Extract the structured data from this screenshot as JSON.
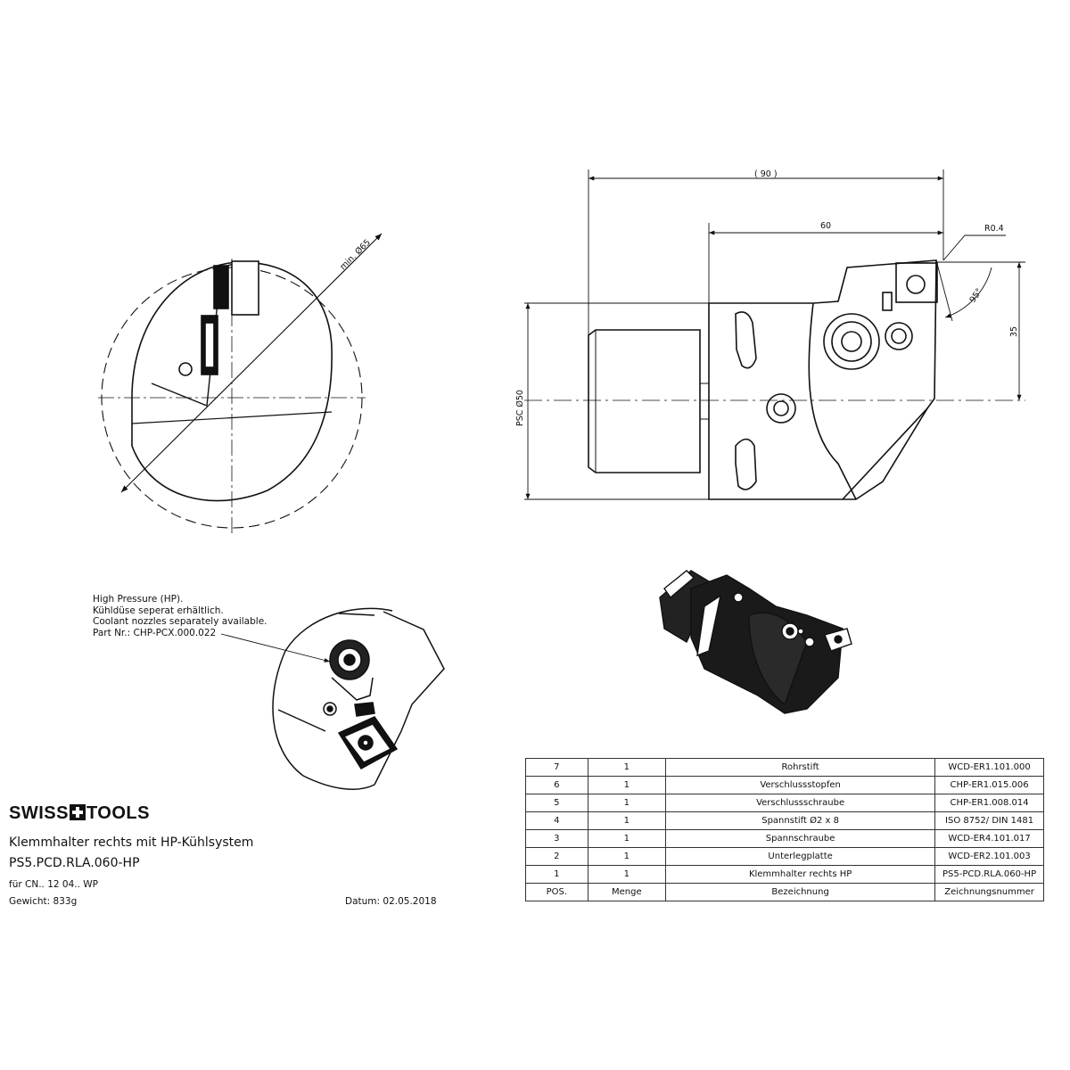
{
  "dimensions": {
    "min_diameter": "min. Ø65",
    "overall_length": "( 90 )",
    "insert_length": "60",
    "corner_radius": "R0.4",
    "angle": "95°",
    "height": "35",
    "shank": "PSC Ø50"
  },
  "coolant_note": {
    "line1": "High Pressure (HP).",
    "line2": "Kühldüse seperat erhältlich.",
    "line3": "Coolant nozzles separately available.",
    "line4": "Part Nr.: CHP-PCX.000.022"
  },
  "brand": {
    "left": "SWISS",
    "right": "TOOLS",
    "cross_color": "#111111"
  },
  "title_block": {
    "title": "Klemmhalter rechts mit HP-Kühlsystem",
    "part_number": "PS5.PCD.RLA.060-HP",
    "for_insert": "für CN.. 12 04.. WP",
    "weight": "Gewicht: 833g",
    "date": "Datum: 02.05.2018"
  },
  "bom": {
    "header": {
      "pos": "POS.",
      "qty": "Menge",
      "desc": "Bezeichnung",
      "num": "Zeichnungsnummer"
    },
    "rows": [
      {
        "pos": "7",
        "qty": "1",
        "desc": "Rohrstift",
        "num": "WCD-ER1.101.000"
      },
      {
        "pos": "6",
        "qty": "1",
        "desc": "Verschlussstopfen",
        "num": "CHP-ER1.015.006"
      },
      {
        "pos": "5",
        "qty": "1",
        "desc": "Verschlussschraube",
        "num": "CHP-ER1.008.014"
      },
      {
        "pos": "4",
        "qty": "1",
        "desc": "Spannstift Ø2 x 8",
        "num": "ISO 8752/ DIN 1481"
      },
      {
        "pos": "3",
        "qty": "1",
        "desc": "Spannschraube",
        "num": "WCD-ER4.101.017"
      },
      {
        "pos": "2",
        "qty": "1",
        "desc": "Unterlegplatte",
        "num": "WCD-ER2.101.003"
      },
      {
        "pos": "1",
        "qty": "1",
        "desc": "Klemmhalter rechts HP",
        "num": "PS5-PCD.RLA.060-HP"
      }
    ]
  }
}
